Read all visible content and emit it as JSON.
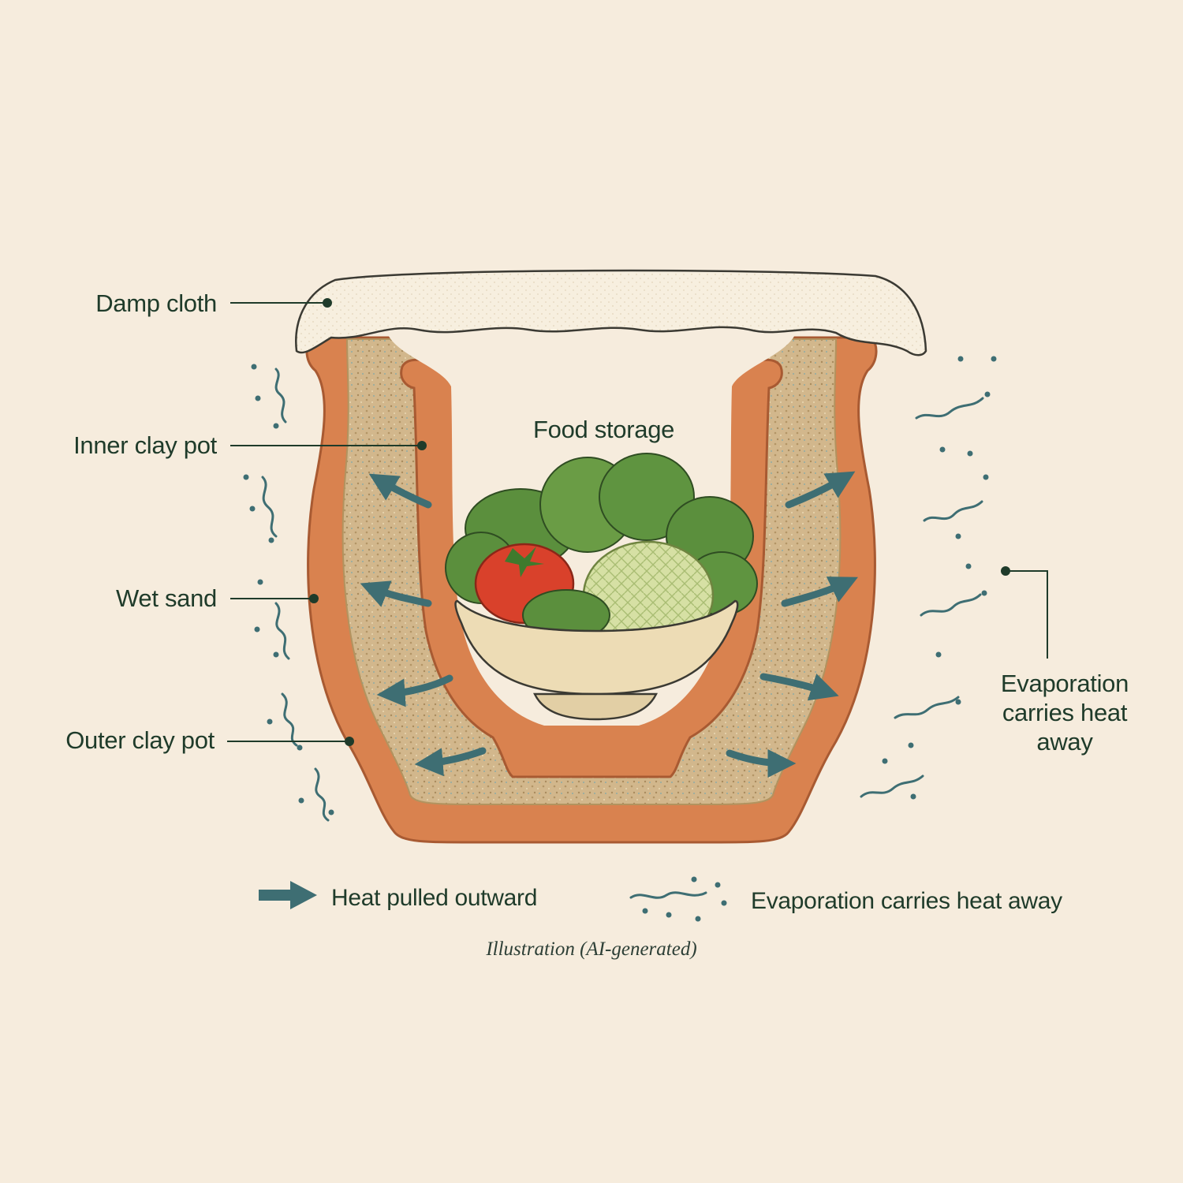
{
  "labels": {
    "damp_cloth": "Damp cloth",
    "inner_clay_pot": "Inner clay pot",
    "wet_sand": "Wet sand",
    "outer_clay_pot": "Outer clay pot",
    "food_storage": "Food storage",
    "evaporation": "Evaporation carries heat away"
  },
  "legend": {
    "heat": "Heat pulled outward",
    "evaporation": "Evaporation carries heat away"
  },
  "caption": "Illustration (AI-generated)",
  "colors": {
    "background": "#f6ecdd",
    "clay": "#d9824f",
    "clay_outline": "#a85a32",
    "sand": "#cdb287",
    "arrow": "#3e6e73",
    "label_text": "#1f3b2a"
  }
}
